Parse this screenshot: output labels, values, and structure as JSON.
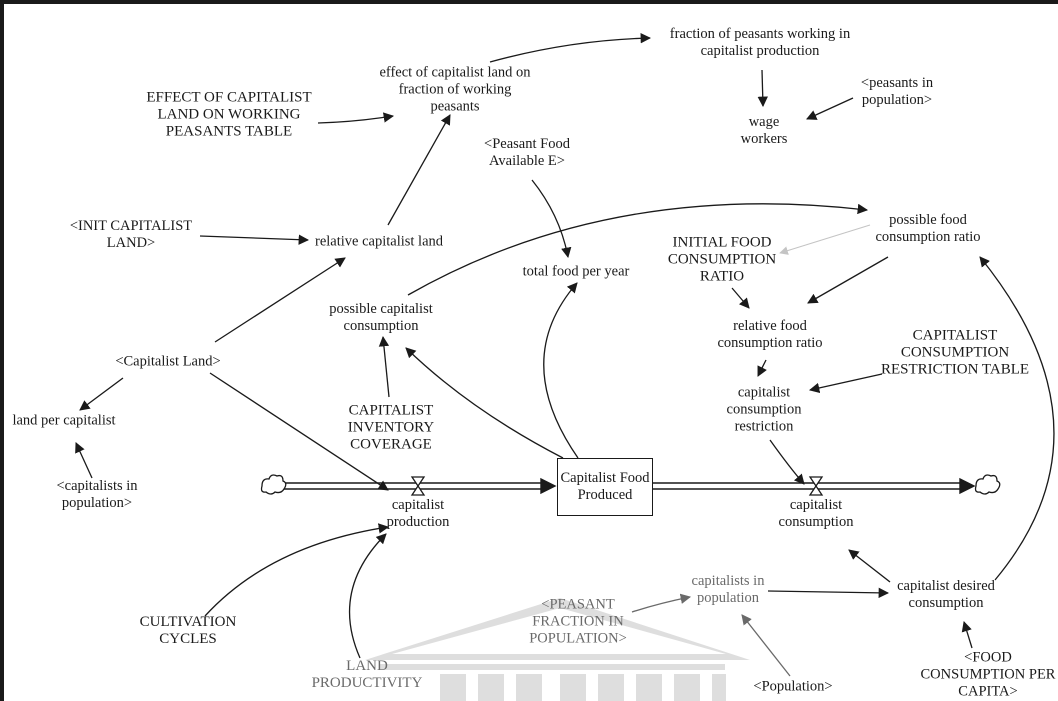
{
  "diagram": {
    "stock": {
      "label": "Capitalist Food\nProduced"
    },
    "variables": {
      "fraction_working": "fraction of peasants working in\ncapitalist production",
      "effect_land": "effect of capitalist land on\nfraction of working\npeasants",
      "effect_table": "EFFECT OF CAPITALIST\nLAND ON WORKING\nPEASANTS TABLE",
      "peasants_in_population": "<peasants in\npopulation>",
      "wage_workers": "wage\nworkers",
      "peasant_food": "<Peasant Food\nAvailable E>",
      "init_capitalist_land": "<INIT CAPITALIST\nLAND>",
      "relative_capitalist_land": "relative capitalist land",
      "total_food": "total food per year",
      "possible_food_ratio": "possible food\nconsumption ratio",
      "initial_food_ratio": "INITIAL FOOD\nCONSUMPTION\nRATIO",
      "possible_capitalist_consumption": "possible capitalist\nconsumption",
      "relative_food_ratio": "relative food\nconsumption ratio",
      "capitalist_land": "<Capitalist Land>",
      "restriction_table": "CAPITALIST\nCONSUMPTION\nRESTRICTION TABLE",
      "consumption_restriction": "capitalist\nconsumption\nrestriction",
      "land_per_capitalist": "land per capitalist",
      "inventory_coverage": "CAPITALIST\nINVENTORY\nCOVERAGE",
      "capitalists_in_population_shadow": "<capitalists in\npopulation>",
      "capitalist_production": "capitalist\nproduction",
      "capitalist_consumption": "capitalist\nconsumption",
      "capitalists_in_population": "capitalists in\npopulation",
      "capitalist_desired_consumption": "capitalist desired\nconsumption",
      "peasant_fraction": "<PEASANT\nFRACTION IN\nPOPULATION>",
      "cultivation_cycles": "CULTIVATION\nCYCLES",
      "land_productivity": "LAND\nPRODUCTIVITY",
      "population": "<Population>",
      "food_per_capita": "<FOOD\nCONSUMPTION PER\nCAPITA>"
    }
  },
  "colors": {
    "ink": "#1a1a1a",
    "grey": "#6a6a6a",
    "faint": "#b8b8b8",
    "watermark": "#d9d9d9"
  }
}
